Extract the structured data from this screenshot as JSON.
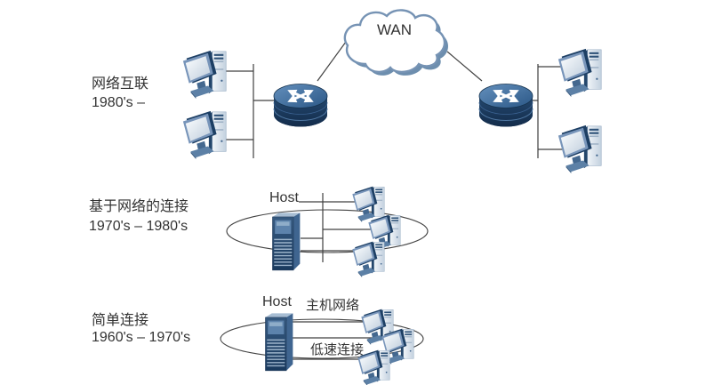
{
  "diagram": {
    "sections": {
      "internetworking": {
        "label_line1": "网络互联",
        "label_line2": "1980's –",
        "wan_label": "WAN"
      },
      "network_based": {
        "label_line1": "基于网络的连接",
        "label_line2": "1970's – 1980's",
        "host_label": "Host"
      },
      "simple": {
        "label_line1": "简单连接",
        "label_line2": "1960's – 1970's",
        "host_label": "Host",
        "host_network_label": "主机网络",
        "low_speed_label": "低速连接"
      }
    },
    "icons": {
      "workstation": "desktop-computer-icon",
      "router": "router-icon",
      "host_server": "server-tower-icon",
      "wan_cloud": "cloud-icon"
    },
    "colors": {
      "line": "#404040",
      "text": "#333333",
      "cloud_stroke": "#7693b4",
      "cloud_shadow": "#6d8eae",
      "router_top": "#3f6da0",
      "router_body": "#1c3c61",
      "device_navy": "#1d3f64",
      "device_light": "#dfe7f0"
    }
  }
}
